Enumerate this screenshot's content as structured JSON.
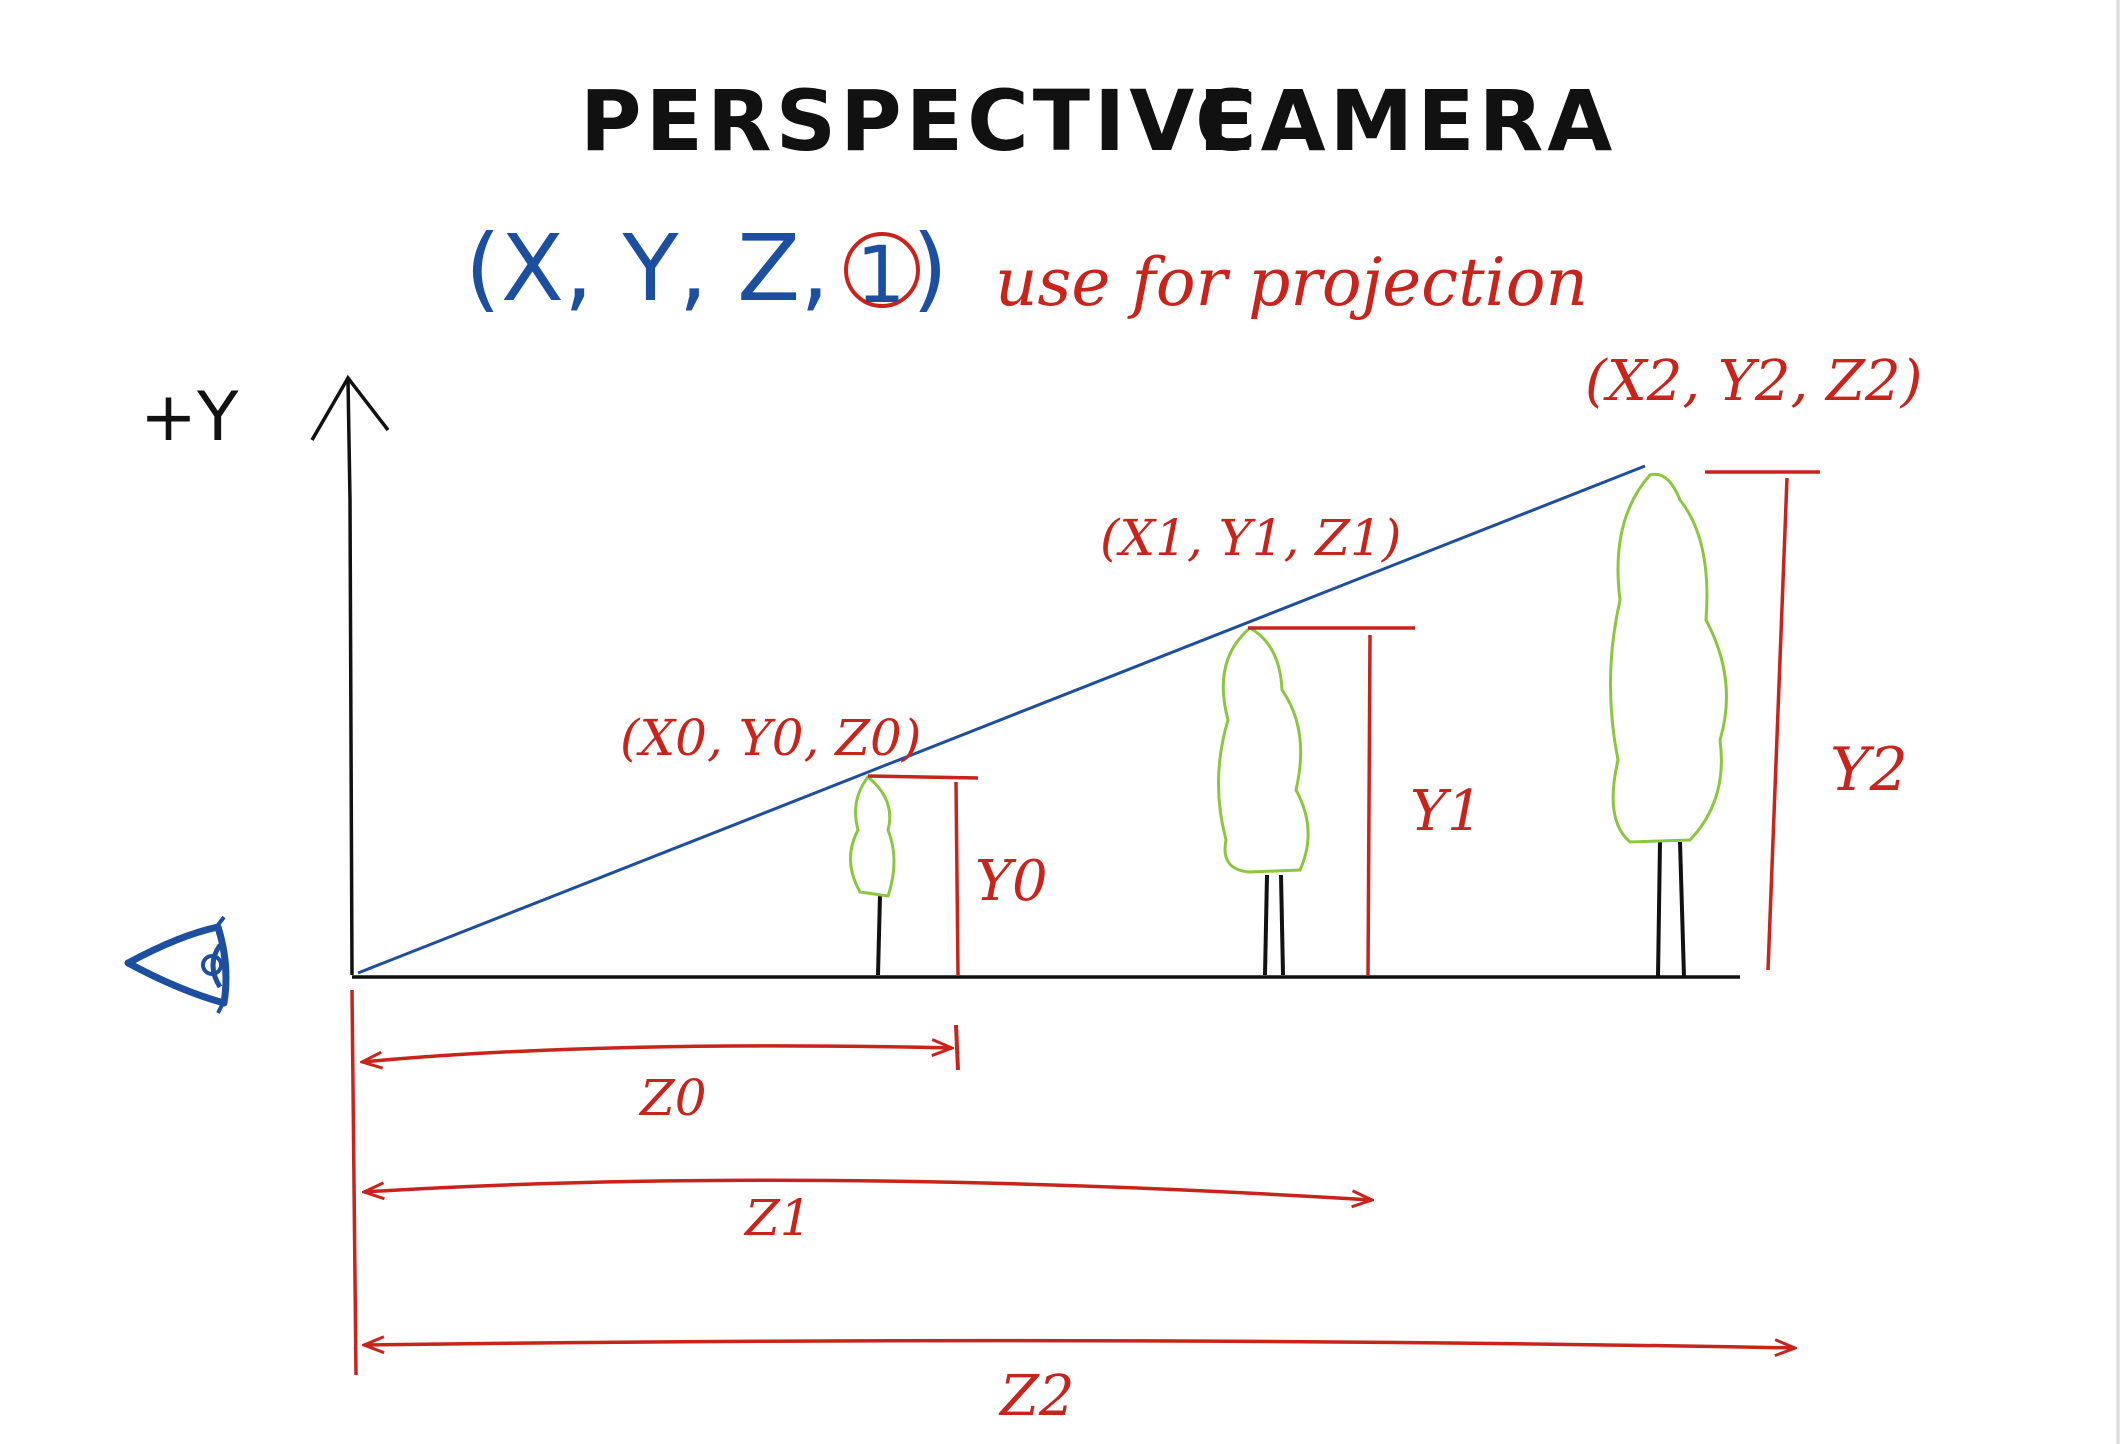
{
  "title": {
    "left": "PERSPECTIVE",
    "right": "CAMERA"
  },
  "homogeneous": {
    "coords": "(X, Y, Z,",
    "w_value": "1",
    "close": ")",
    "note": "use for projection"
  },
  "axis": {
    "y_label": "+Y"
  },
  "points": [
    {
      "label": "(X0, Y0, Z0)",
      "height_label": "Y0",
      "depth_label": "Z0"
    },
    {
      "label": "(X1, Y1, Z1)",
      "height_label": "Y1",
      "depth_label": "Z1"
    },
    {
      "label": "(X2, Y2, Z2)",
      "height_label": "Y2",
      "depth_label": "Z2"
    }
  ],
  "colors": {
    "ink": "#111111",
    "blue": "#1d4fa0",
    "red": "#c8241c",
    "tree": "#8cc63f"
  },
  "icons": {
    "viewer": "eye-icon"
  }
}
